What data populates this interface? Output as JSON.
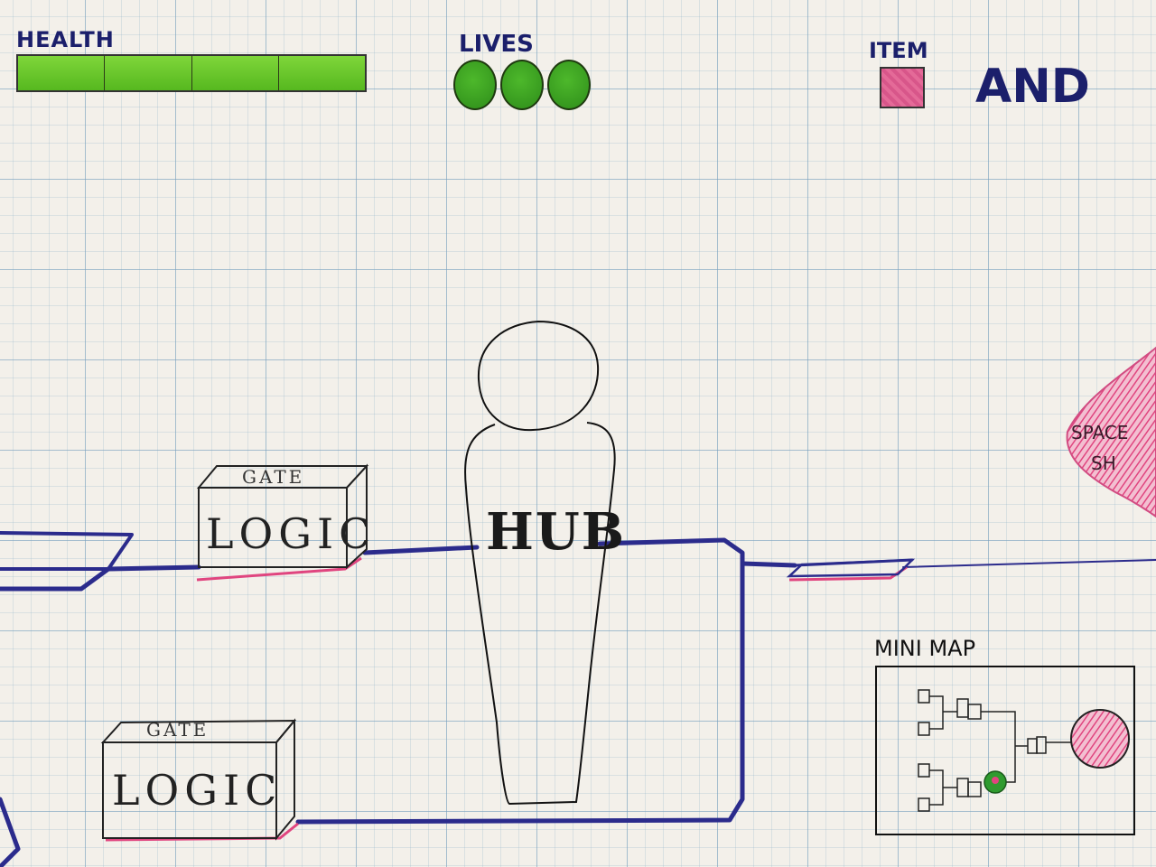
{
  "hud": {
    "health": {
      "label": "HEALTH",
      "level": 1.0,
      "segments": 4,
      "color": "#6fcc2c"
    },
    "lives": {
      "label": "LIVES",
      "count": 3,
      "color": "#3a9f22"
    },
    "item": {
      "label": "ITEM",
      "name": "AND",
      "swatch_color": "#e0649a"
    }
  },
  "world": {
    "gates": [
      {
        "top_label": "GATE",
        "main_label": "LOGIC"
      },
      {
        "top_label": "GATE",
        "main_label": "LOGIC"
      }
    ],
    "hub": {
      "label": "HUB"
    },
    "offscreen_object": {
      "line1": "SPACE",
      "line2": "SH"
    },
    "wire_color": "#2b2b8c",
    "accent_color": "#e0457f"
  },
  "minimap": {
    "label": "MINI MAP",
    "target_color": "#e0649a",
    "player_color": "#2f9b2f"
  }
}
